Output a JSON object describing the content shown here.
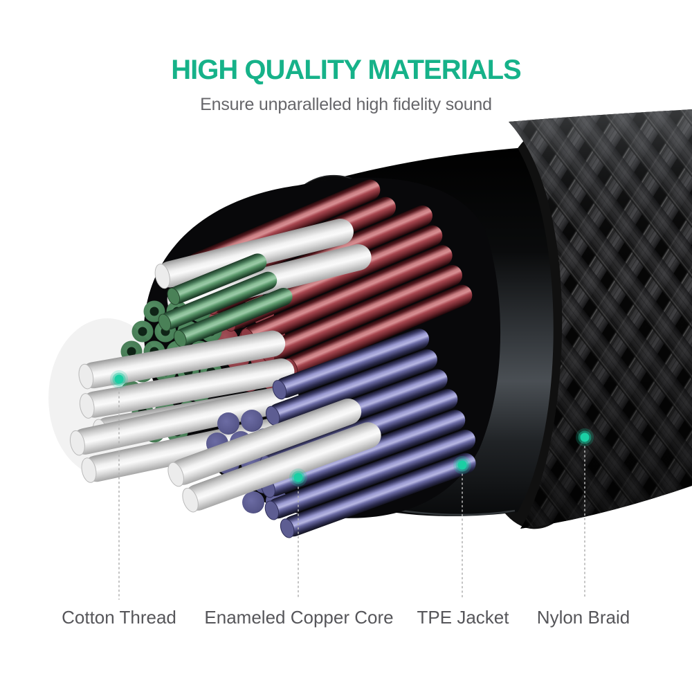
{
  "header": {
    "title": "HIGH QUALITY MATERIALS",
    "subtitle": "Ensure unparalleled high fidelity sound"
  },
  "callouts": [
    {
      "label": "Cotton Thread",
      "part": "cotton-thread"
    },
    {
      "label": "Enameled Copper Core",
      "part": "enameled-copper-core"
    },
    {
      "label": "TPE Jacket",
      "part": "tpe-jacket"
    },
    {
      "label": "Nylon Braid",
      "part": "nylon-braid"
    }
  ],
  "parts": {
    "cotton_thread_color": "#ececec",
    "enameled_copper_core_red": "#a8434c",
    "signal_wire_blue": "#5d5d92",
    "ground_wire_green": "#4a8157",
    "tpe_jacket_color": "#17181a",
    "nylon_braid_color": "#2e2e2e"
  },
  "theme": {
    "accent": "#16b289",
    "subtitle-color": "#66666a",
    "label-color": "#56565a",
    "dot-color": "#1bcfa4",
    "leader-color": "#b4b4b4",
    "bg": "#ffffff"
  }
}
